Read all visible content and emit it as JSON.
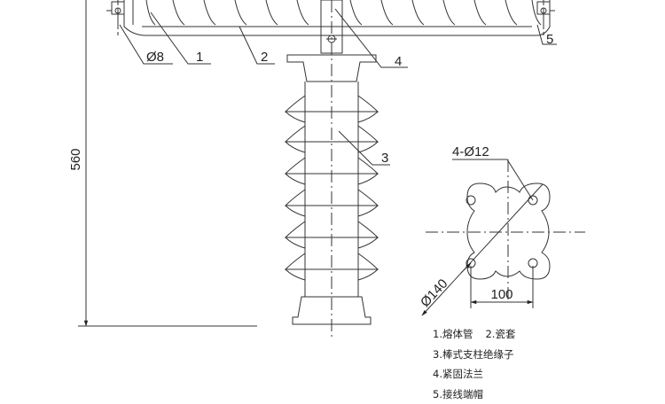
{
  "labels": {
    "dia8": "Ø8",
    "c1": "1",
    "c2": "2",
    "c3": "3",
    "c4": "4",
    "c5": "5",
    "height": "560",
    "holes": "4-Ø12",
    "diameter": "Ø140",
    "spacing": "100"
  },
  "legend": [
    "1.熔体管",
    "2.瓷套",
    "3.棒式支柱绝缘子",
    "4.紧固法兰",
    "5.接线端帽"
  ]
}
